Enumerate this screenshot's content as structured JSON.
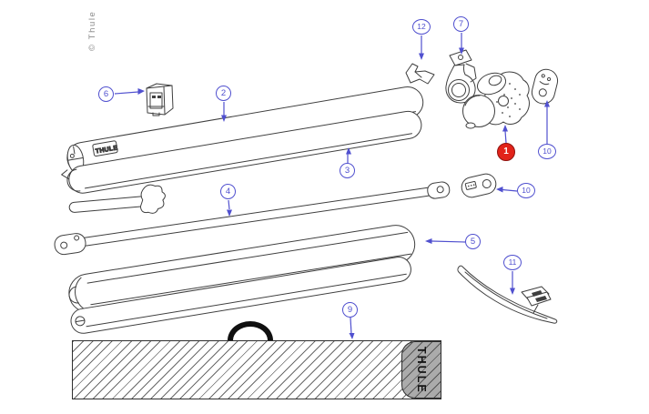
{
  "watermark": "© Thule",
  "drawing": {
    "tube_print": "THULE",
    "case_print": "THULE"
  },
  "callouts": {
    "selected": "1",
    "c1": "1",
    "c2": "2",
    "c3": "3",
    "c4": "4",
    "c5": "5",
    "c6": "6",
    "c7": "7",
    "c9": "9",
    "c10a": "10",
    "c10b": "10",
    "c11": "11",
    "c12": "12"
  },
  "colors": {
    "callout": "#5050cf",
    "selected_fill": "#e2231a",
    "selected_border": "#8f1410",
    "line": "#3f3f3f",
    "watermark": "#8a8a8a"
  }
}
